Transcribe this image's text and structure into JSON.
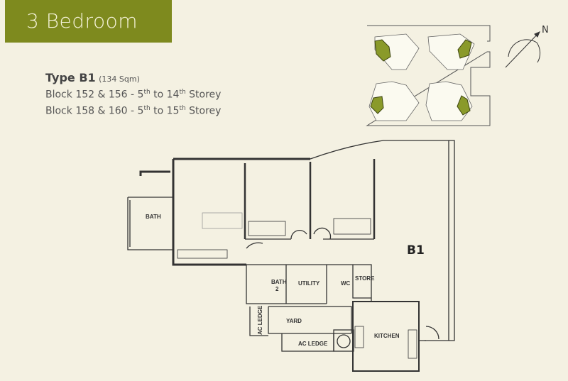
{
  "header": {
    "title": "3 Bedroom",
    "accent_color": "#7e8a1e"
  },
  "unit_info": {
    "type_label": "Type B1",
    "area": "(134 Sqm)",
    "lines": [
      {
        "block": "Block 152 & 156 - 5",
        "from_sup": "th",
        "mid": " to 14",
        "to_sup": "th",
        "end": " Storey"
      },
      {
        "block": "Block 158 & 160 - 5",
        "from_sup": "th",
        "mid": " to 15",
        "to_sup": "th",
        "end": " Storey"
      }
    ]
  },
  "key_plan": {
    "highlight_color": "#8a9a2a"
  },
  "compass": {
    "label": "N"
  },
  "floor_plan": {
    "unit_label": "B1",
    "rooms": {
      "bath": "BATH",
      "bath2_a": "BATH",
      "bath2_b": "2",
      "utility": "UTILITY",
      "wc": "WC",
      "store": "STORE",
      "yard": "YARD",
      "ac_ledge_v": "AC LEDGE",
      "ac_ledge_h": "AC LEDGE",
      "kitchen": "KITCHEN"
    }
  }
}
